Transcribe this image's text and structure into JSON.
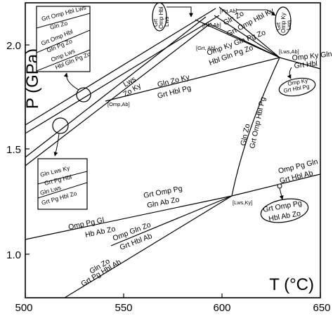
{
  "axes": {
    "x_title": "T (°C)",
    "y_title": "P (GPa)",
    "x_ticks": [
      "500",
      "550",
      "600",
      "650"
    ],
    "y_ticks": [
      "1.0",
      "1.5",
      "2.0"
    ]
  },
  "invariant_points": {
    "pg_ab": "[Pg,Ab]",
    "hbl_ab": "[Hbl,Ab]",
    "grt_ab": "[Grt, Ab]",
    "lws_ab": "[Lws,Ab]",
    "omp_ab": "[Omp,Ab]",
    "lws_ky": "[Lws,Ky]"
  },
  "reactions": {
    "lws_zo_ky": [
      "Lws",
      "Zo Ky"
    ],
    "gln_zo_ky": [
      "Gln Zo Ky",
      "Grt Hbl Pg"
    ],
    "omp_ky_gln": [
      "Omp Ky Gln",
      "Grt Hbl"
    ],
    "grt_omp_hbl_pg": [
      "Gln Zo",
      "Grt Omp Hbl Pg"
    ],
    "hbl_gln_pg_zo": [
      "Omp Ky Gln Pg Zo",
      "Hbl Gln Pg Zo"
    ],
    "grt_omp_hbl_ky": [
      "Gln Zo",
      "Grt Omp Hbl Ky"
    ],
    "omp_pg_gln": [
      "Omp Pg Gln",
      "Grt Hbl Ab"
    ],
    "grt_omp_pg": [
      "Grt Omp Pg",
      "Gln Ab Zo"
    ],
    "omp_pg_gl": [
      "Omp Pg Gl",
      "Hb Ab Zo"
    ],
    "omp_gln_zo": [
      "Omp Gln Zo",
      "Grt Hbl Ab"
    ],
    "gln_zo_low": [
      "Gln Zo",
      "Grt Pg Hbl Ab"
    ]
  },
  "ellipses": {
    "top_left": [
      "Grt",
      "Omp Hbl",
      "Lws"
    ],
    "top_right": [
      "Grt",
      "Omp Ky",
      "Lws"
    ],
    "right": [
      "Omp Ky",
      "Grt Hbl Pg"
    ],
    "low": [
      "Grt Omp Pg",
      "Hbl Ab Zo"
    ]
  },
  "inset_top": [
    "Grt Omp Hbl Lws",
    "Gln Zo",
    "Grt Omp Hbl",
    "Gln Pg Zo",
    "Omp Lws",
    "Hbl Gln Pg Zo"
  ],
  "inset_bottom": [
    "Gln Lws Ky",
    "Grt Pg Hbl",
    "Gln Lws",
    "Grt Pg Hbl Zo"
  ]
}
